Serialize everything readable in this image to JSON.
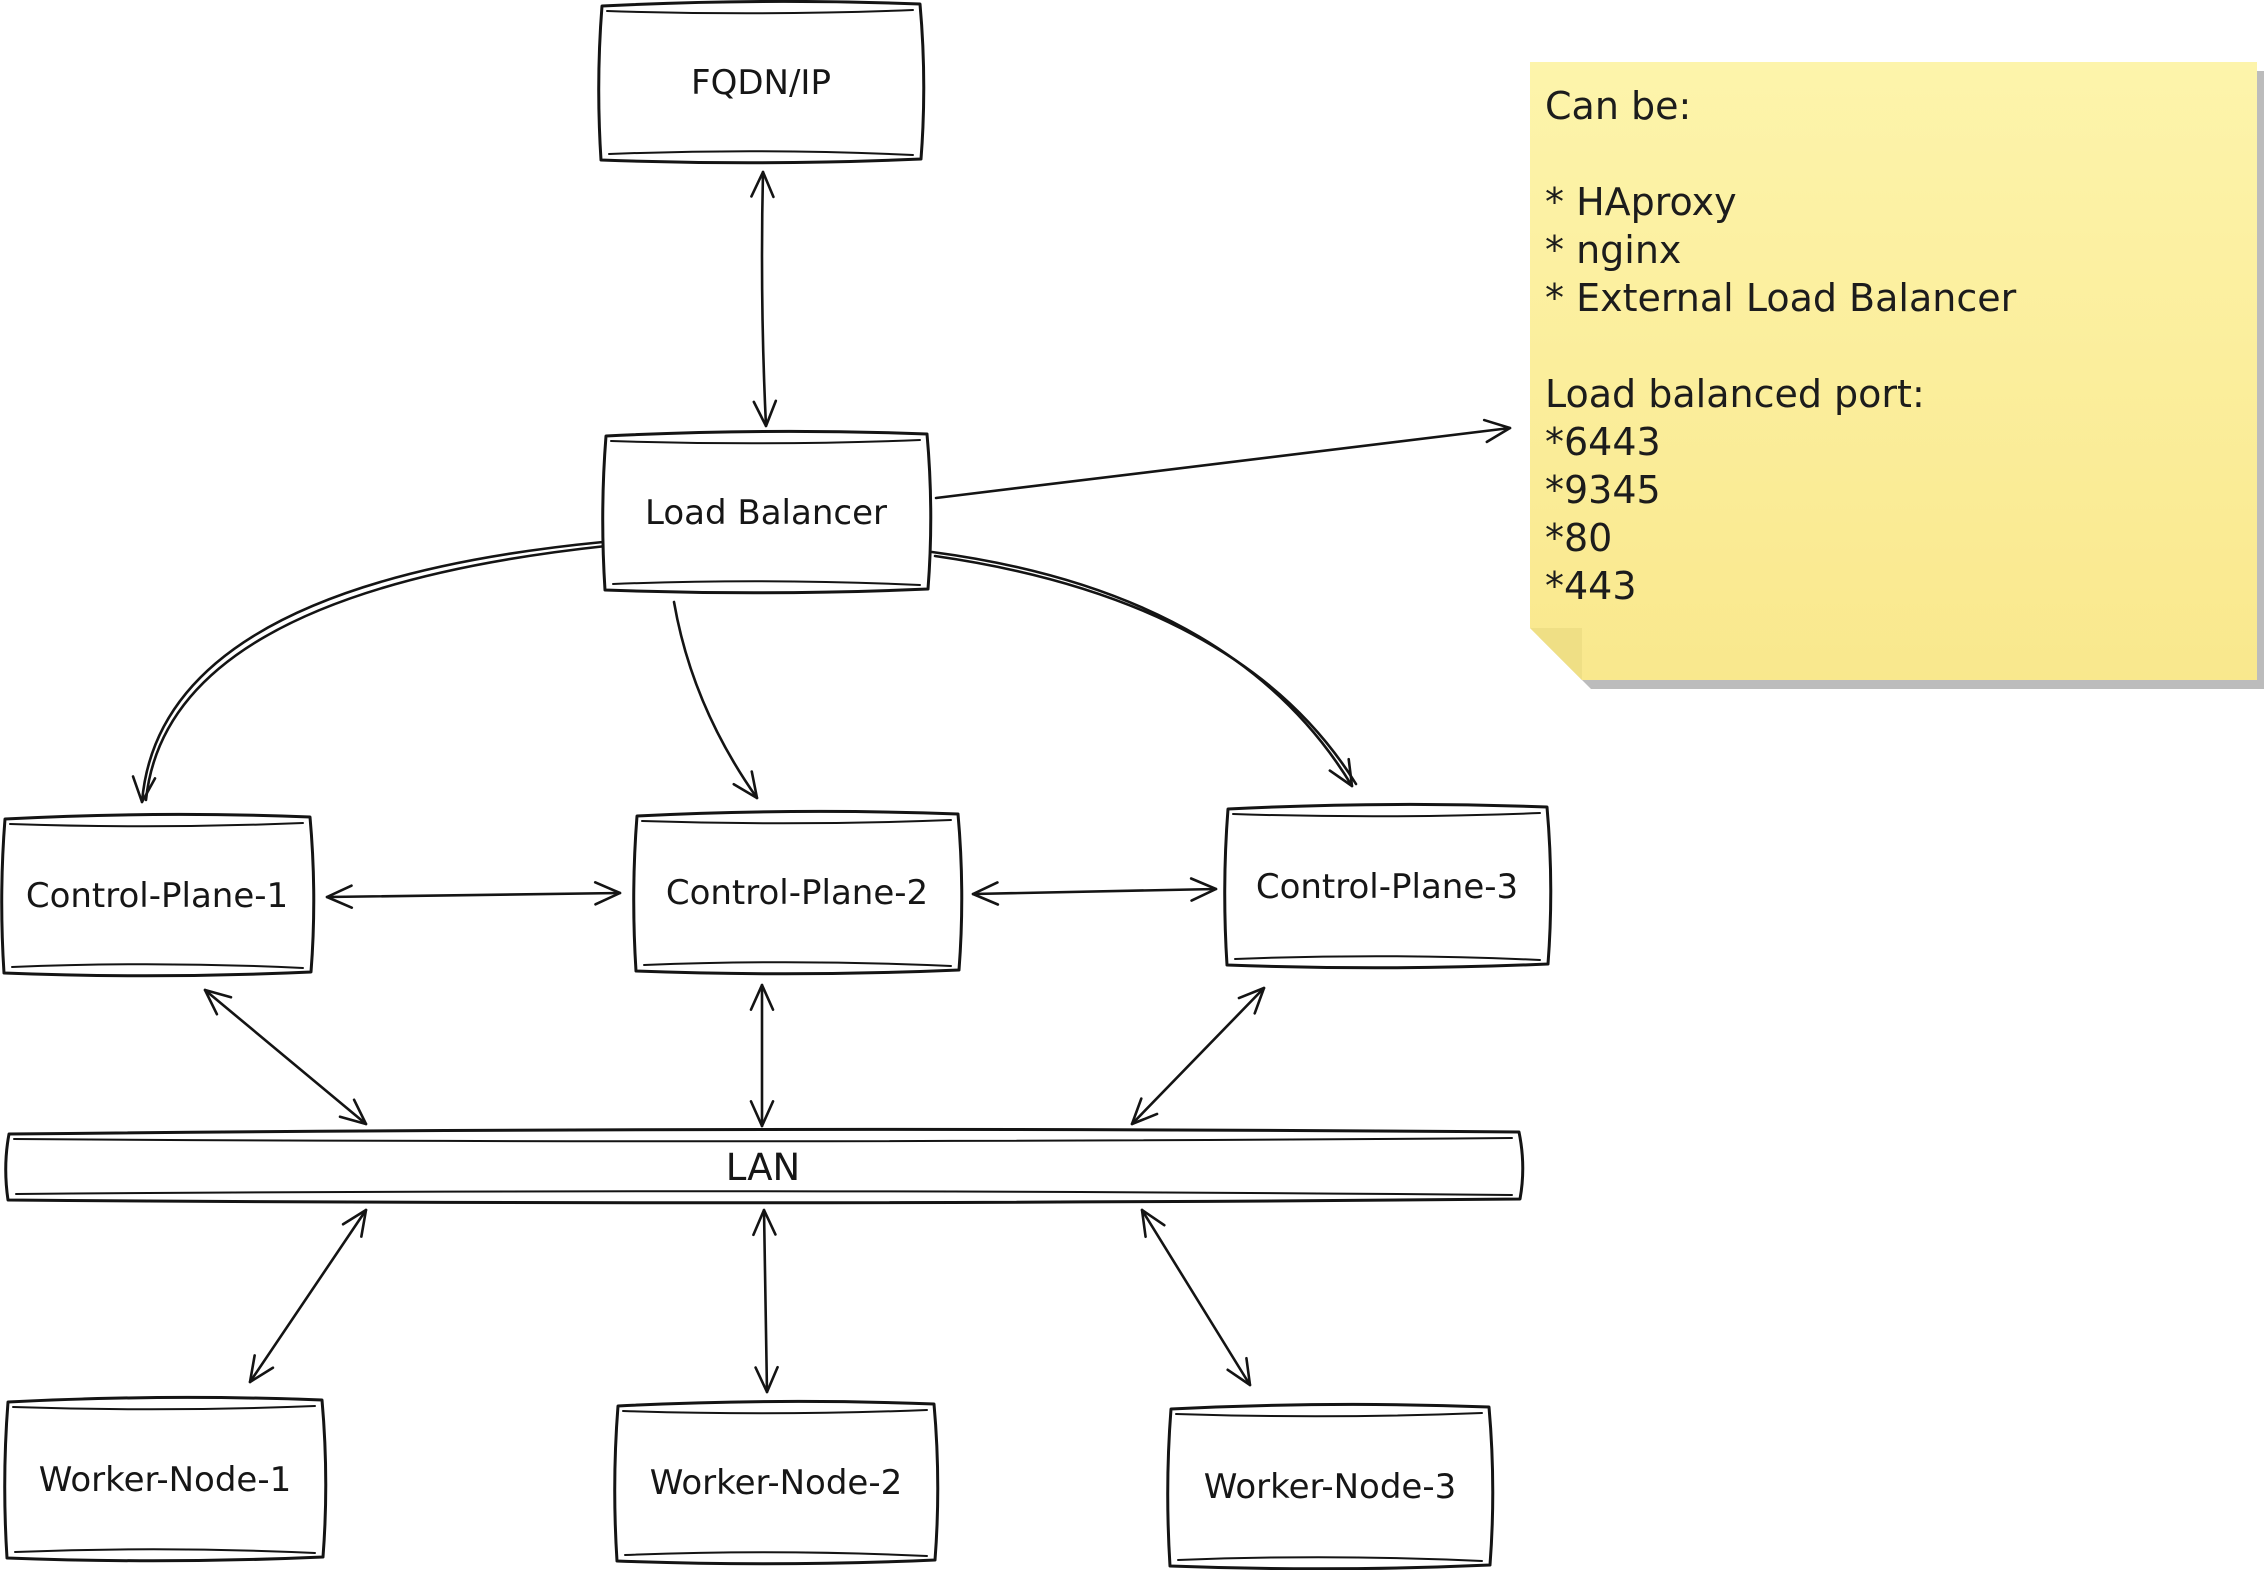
{
  "diagram": {
    "nodes": {
      "fqdn": {
        "label": "FQDN/IP"
      },
      "load_balancer": {
        "label": "Load Balancer"
      },
      "control_plane_1": {
        "label": "Control-Plane-1"
      },
      "control_plane_2": {
        "label": "Control-Plane-2"
      },
      "control_plane_3": {
        "label": "Control-Plane-3"
      },
      "lan": {
        "label": "LAN"
      },
      "worker_node_1": {
        "label": "Worker-Node-1"
      },
      "worker_node_2": {
        "label": "Worker-Node-2"
      },
      "worker_node_3": {
        "label": "Worker-Node-3"
      }
    },
    "note": {
      "lines": [
        "Can be:",
        "",
        "* HAproxy",
        "* nginx",
        "* External Load Balancer",
        "",
        "Load balanced port:",
        "*6443",
        "*9345",
        "*80",
        "*443"
      ],
      "colors": {
        "fill_top": "#fdf4ab",
        "fill_bottom": "#f9e88d",
        "fold": "#efdf85",
        "shadow": "#bcbcbc"
      }
    },
    "colors": {
      "stroke": "#141414",
      "box_fill": "#ffffff",
      "background": "#ffffff"
    }
  }
}
